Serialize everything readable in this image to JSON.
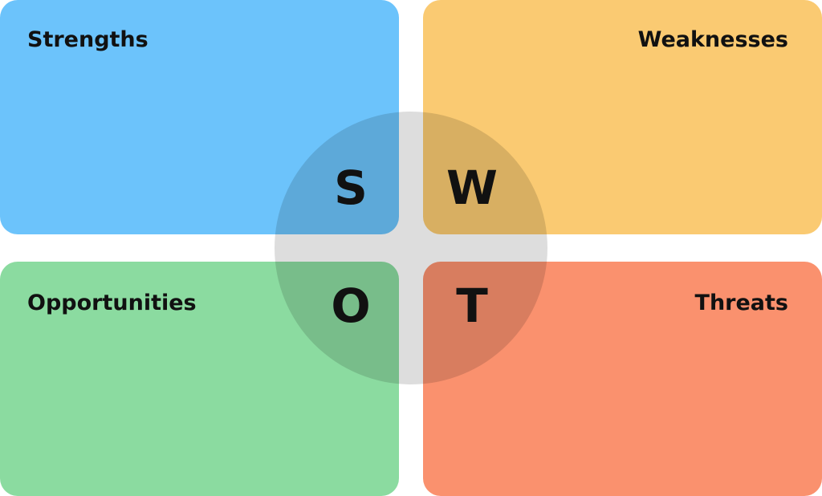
{
  "quadrants": [
    {
      "label": "Strengths",
      "letter": "S",
      "color": "#6CC3FB"
    },
    {
      "label": "Weaknesses",
      "letter": "W",
      "color": "#FACA72"
    },
    {
      "label": "Opportunities",
      "letter": "O",
      "color": "#8BDBA0"
    },
    {
      "label": "Threats",
      "letter": "T",
      "color": "#FA916E"
    }
  ],
  "center_color": "#DDDDDD"
}
